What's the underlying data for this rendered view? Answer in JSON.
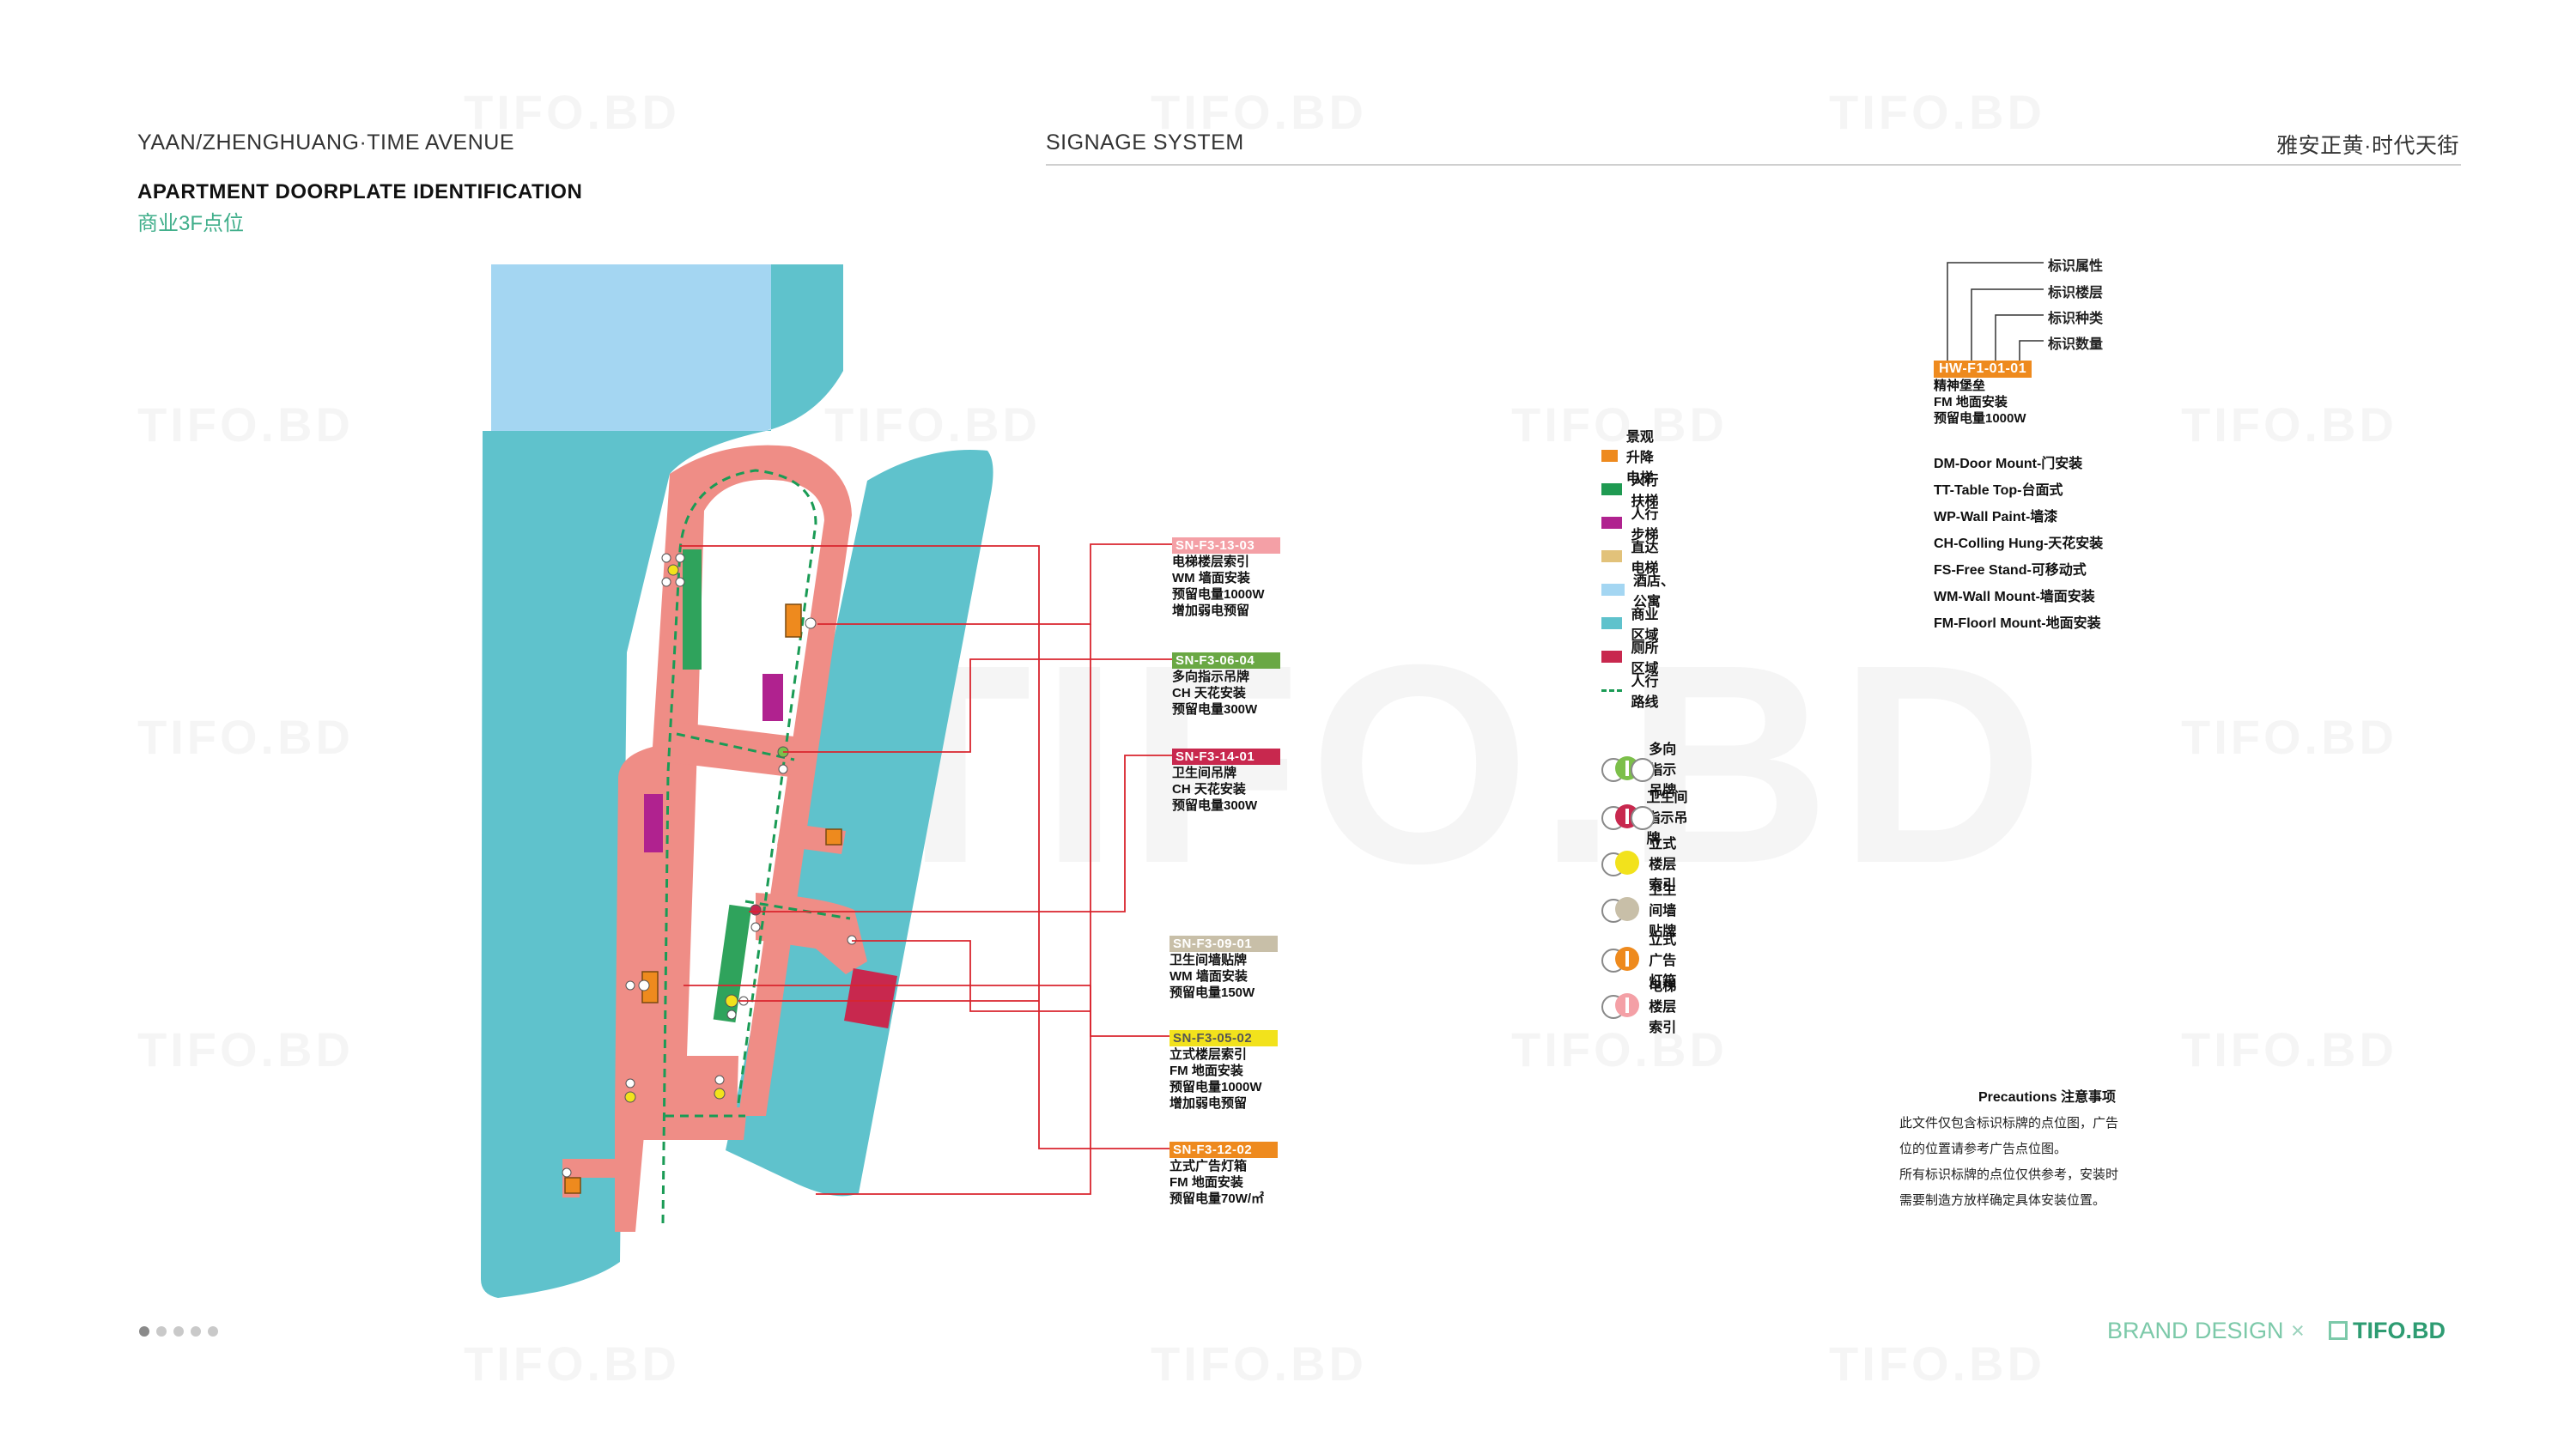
{
  "header": {
    "left": "YAAN/ZHENGHUANG·TIME AVENUE",
    "center": "SIGNAGE SYSTEM",
    "right": "雅安正黄·时代天街"
  },
  "page": {
    "title": "APARTMENT DOORPLATE IDENTIFICATION",
    "subtitle": "商业3F点位"
  },
  "watermark": "TIFO.BD",
  "callouts": [
    {
      "code": "SN-F3-13-03",
      "color": "#f4a0a6",
      "lines": [
        "电梯楼层索引",
        "WM 墙面安装",
        "预留电量1000W",
        "增加弱电预留"
      ]
    },
    {
      "code": "SN-F3-06-04",
      "color": "#6aa844",
      "lines": [
        "多向指示吊牌",
        "CH 天花安装",
        "预留电量300W"
      ]
    },
    {
      "code": "SN-F3-14-01",
      "color": "#c8284e",
      "lines": [
        "卫生间吊牌",
        "CH 天花安装",
        "预留电量300W"
      ]
    },
    {
      "code": "SN-F3-09-01",
      "color": "#c8bfa8",
      "lines": [
        "卫生间墙贴牌",
        "WM 墙面安装",
        "预留电量150W"
      ]
    },
    {
      "code": "SN-F3-05-02",
      "color": "#f2e21c",
      "lines": [
        "立式楼层索引",
        "FM 地面安装",
        "预留电量1000W",
        "增加弱电预留"
      ]
    },
    {
      "code": "SN-F3-12-02",
      "color": "#ee8a1e",
      "lines": [
        "立式广告灯箱",
        "FM 地面安装",
        "预留电量70W/㎡"
      ]
    }
  ],
  "legend_areas": [
    {
      "label": "景观升降电梯",
      "color": "#ee8a1e"
    },
    {
      "label": "人行扶梯",
      "color": "#1f9a52"
    },
    {
      "label": "人行步梯",
      "color": "#b0228f"
    },
    {
      "label": "直达电梯",
      "color": "#e2c27a"
    },
    {
      "label": "酒店、公寓",
      "color": "#a4d6f2"
    },
    {
      "label": "商业区域",
      "color": "#5fc2cc"
    },
    {
      "label": "厕所区域",
      "color": "#c8284e"
    },
    {
      "label": "人行路线",
      "color": "#1a9b55"
    }
  ],
  "legend_symbols": [
    {
      "label": "多向指示吊牌",
      "color": "#7cbf4a"
    },
    {
      "label": "卫生间指示吊牌",
      "color": "#c8284e"
    },
    {
      "label": "立式楼层索引",
      "color": "#f2e21c"
    },
    {
      "label": "卫生间墙贴牌",
      "color": "#c8bfa8"
    },
    {
      "label": "立式广告灯箱",
      "color": "#ee8a1e"
    },
    {
      "label": "电梯楼层索引",
      "color": "#f4a0a6"
    }
  ],
  "code_explainer": {
    "labels": [
      "标识属性",
      "标识楼层",
      "标识种类",
      "标识数量"
    ],
    "code": "HW-F1-01-01",
    "lines": [
      "精神堡垒",
      "FM 地面安装",
      "预留电量1000W"
    ]
  },
  "abbreviations": [
    "DM-Door Mount-门安装",
    "TT-Table Top-台面式",
    "WP-Wall Paint-墙漆",
    "CH-Colling Hung-天花安装",
    "FS-Free Stand-可移动式",
    "WM-Wall Mount-墙面安装",
    "FM-Floorl Mount-地面安装"
  ],
  "precautions": {
    "title": "Precautions 注意事项",
    "p1": "此文件仅包含标识标牌的点位图，广告位的位置请参考广告点位图。",
    "p2": "所有标识标牌的点位仅供参考，安装时需要制造方放样确定具体安装位置。"
  },
  "footer": {
    "brand": "BRAND DESIGN",
    "sep": "×",
    "logo": "TIFO.BD",
    "page_dots": 5,
    "active_dot": 0
  },
  "colors": {
    "accent_green": "#3fae8a",
    "commercial": "#5fc2cc",
    "hotel": "#a4d6f2",
    "corridor": "#ef8d86",
    "leader_red": "#d9252e"
  }
}
